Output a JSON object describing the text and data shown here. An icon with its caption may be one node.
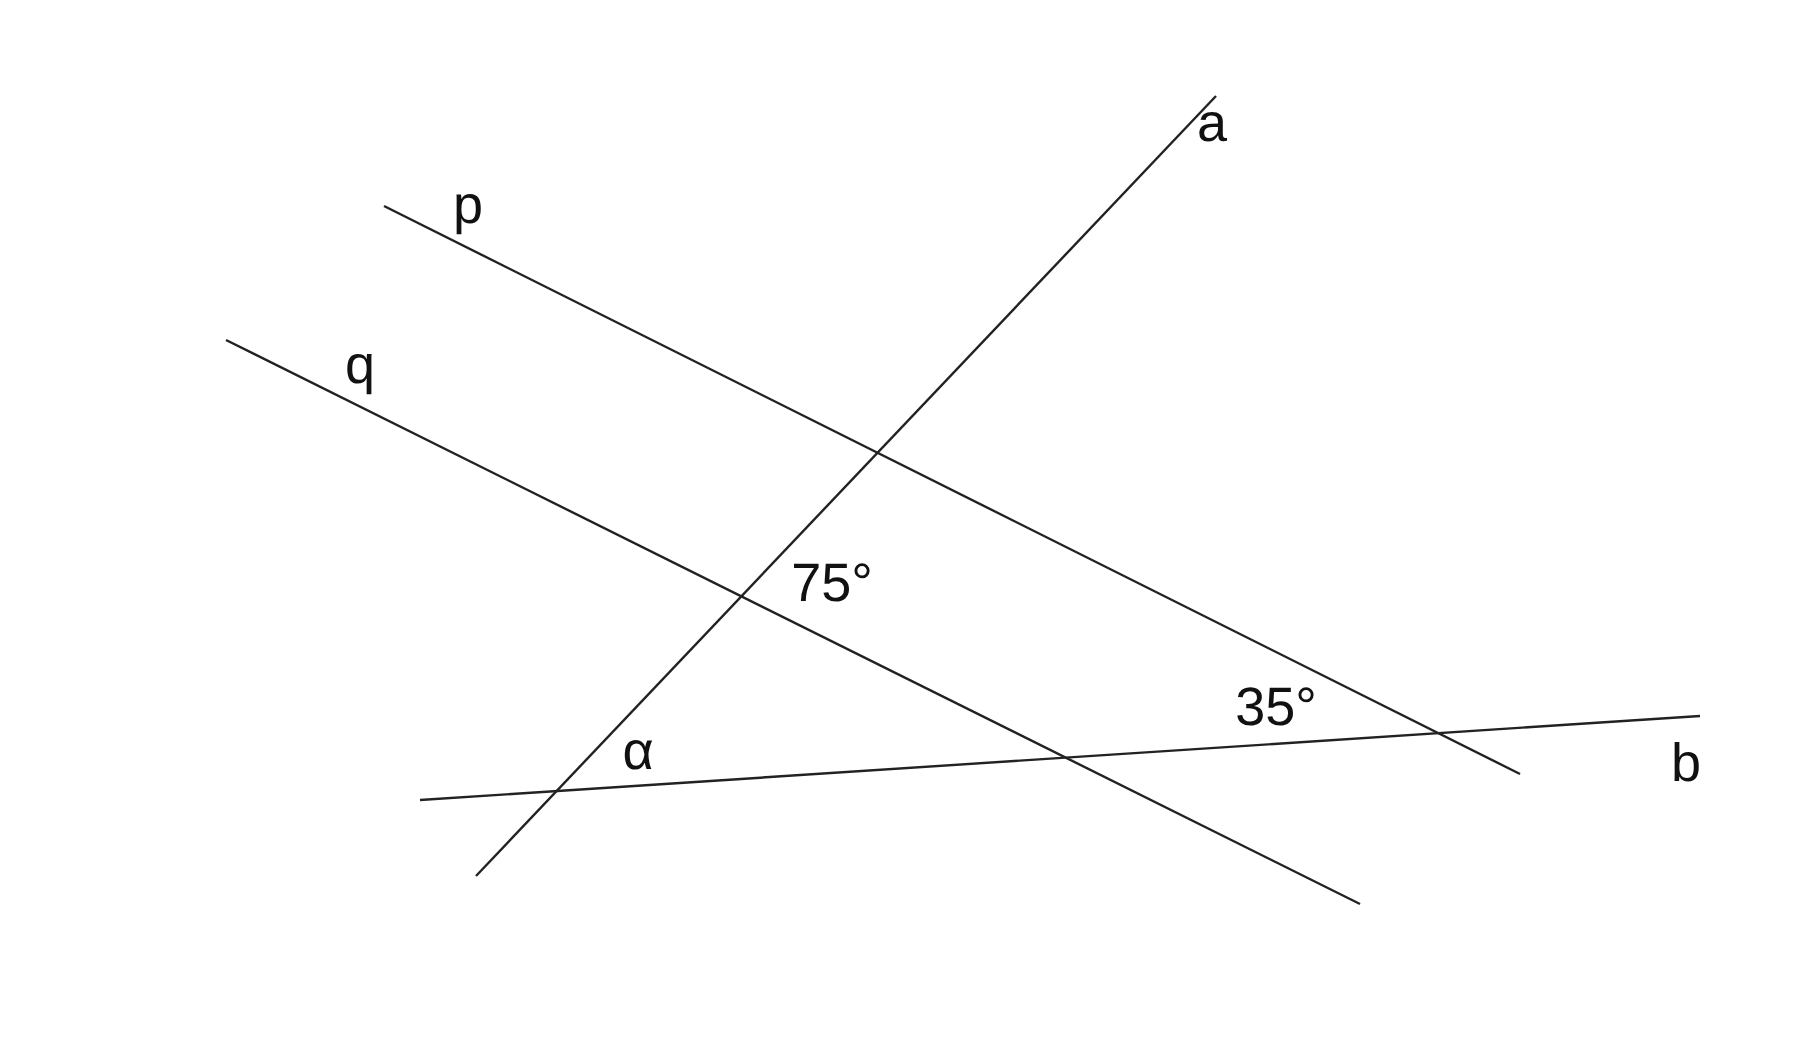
{
  "diagram": {
    "labels": [
      "a",
      "p",
      "q",
      "75°",
      "35°",
      "α",
      "b"
    ]
  }
}
